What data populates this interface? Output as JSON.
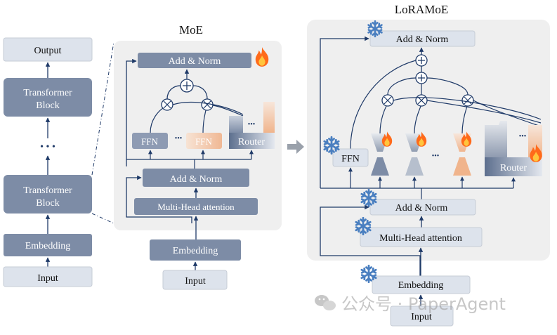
{
  "left": {
    "output": "Output",
    "block_top": [
      "Transformer",
      "Block"
    ],
    "dots": "• • •",
    "block_bottom": [
      "Transformer",
      "Block"
    ],
    "embedding": "Embedding",
    "input": "Input"
  },
  "moe": {
    "title": "MoE",
    "add_norm_top": "Add & Norm",
    "ffn_1": "FFN",
    "ffn_2": "FFN",
    "ellipsis": "•••",
    "router": "Router",
    "add_norm_bottom": "Add & Norm",
    "mha": "Multi-Head attention",
    "embedding": "Embedding",
    "input": "Input"
  },
  "loramoe": {
    "title": "LoRAMoE",
    "add_norm_top": "Add & Norm",
    "ffn": "FFN",
    "ellipsis": "•••",
    "router": "Router",
    "add_norm_bottom": "Add & Norm",
    "mha": "Multi-Head attention",
    "embedding": "Embedding",
    "input": "Input"
  },
  "watermark": "公众号 · PaperAgent",
  "colors": {
    "dark_box": "#7d8ca6",
    "light_box": "#dde3ec",
    "panel": "#efefef",
    "line": "#1f3a68",
    "flame": "#ff6a1a",
    "snow": "#4a7fc0",
    "orange_box": "#f2c7a8"
  }
}
